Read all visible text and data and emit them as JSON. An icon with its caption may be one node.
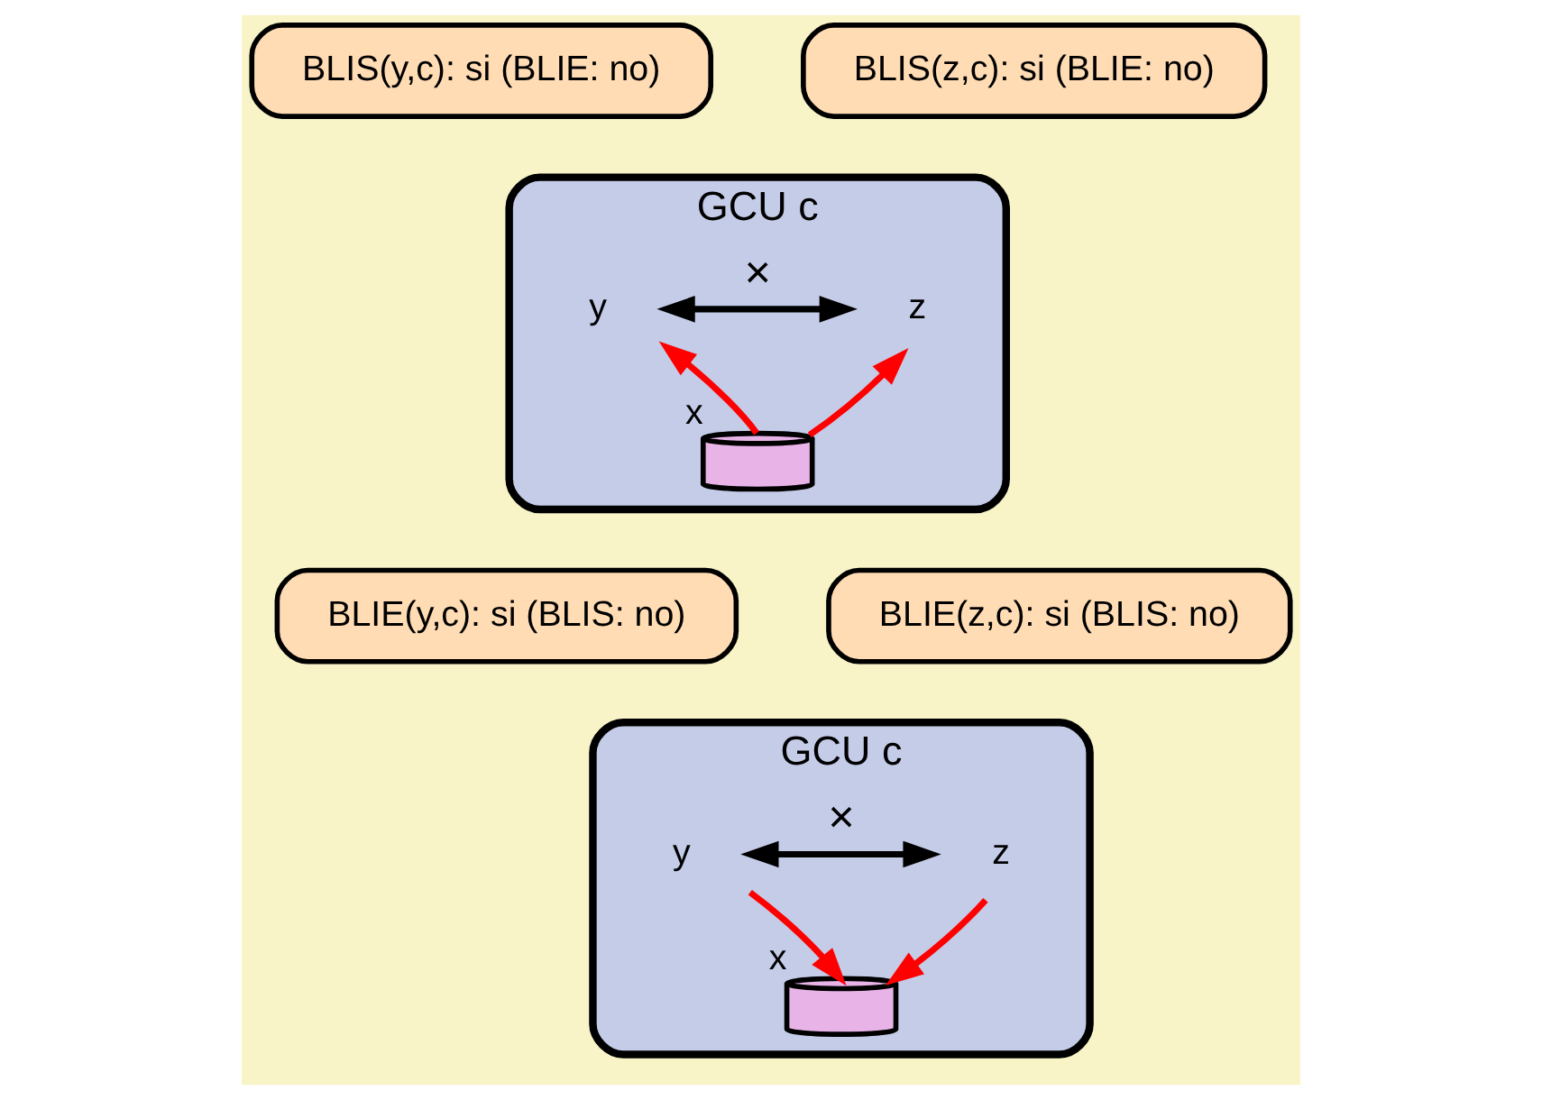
{
  "diagram": {
    "nodes": [
      {
        "text": [
          "BLIS(y,c): si (BLIE: no)"
        ]
      },
      {
        "text": [
          "BLIS(z,c): si (BLIE: no)"
        ]
      },
      {
        "text": [
          "GCU c"
        ]
      },
      {
        "text": [
          "y"
        ],
        "in": 2
      },
      {
        "text": [
          "z"
        ],
        "in": 2
      },
      {
        "text": [],
        "shape": "cylinder",
        "beside": [
          "x"
        ],
        "in": 2
      },
      {
        "text": [
          "BLIE(y,c): si (BLIS: no)"
        ]
      },
      {
        "text": [
          "BLIE(z,c): si (BLIS: no)"
        ]
      },
      {
        "text": [
          "GCU c"
        ]
      },
      {
        "text": [
          "y"
        ],
        "in": 8
      },
      {
        "text": [
          "z"
        ],
        "in": 8
      },
      {
        "text": [],
        "shape": "cylinder",
        "beside": [
          "x"
        ],
        "in": 8
      }
    ],
    "edges": [
      {
        "from": 3,
        "to": 4,
        "arrow": "both",
        "label": "×",
        "color": "#000000"
      },
      {
        "from": 5,
        "to": 3,
        "arrow": "to",
        "color": "#ff0000"
      },
      {
        "from": 5,
        "to": 4,
        "arrow": "to",
        "color": "#ff0000"
      },
      {
        "from": 9,
        "to": 10,
        "arrow": "both",
        "label": "×",
        "color": "#000000"
      },
      {
        "from": 9,
        "to": 11,
        "arrow": "to",
        "color": "#ff0000"
      },
      {
        "from": 10,
        "to": 11,
        "arrow": "to",
        "color": "#ff0000"
      }
    ]
  }
}
